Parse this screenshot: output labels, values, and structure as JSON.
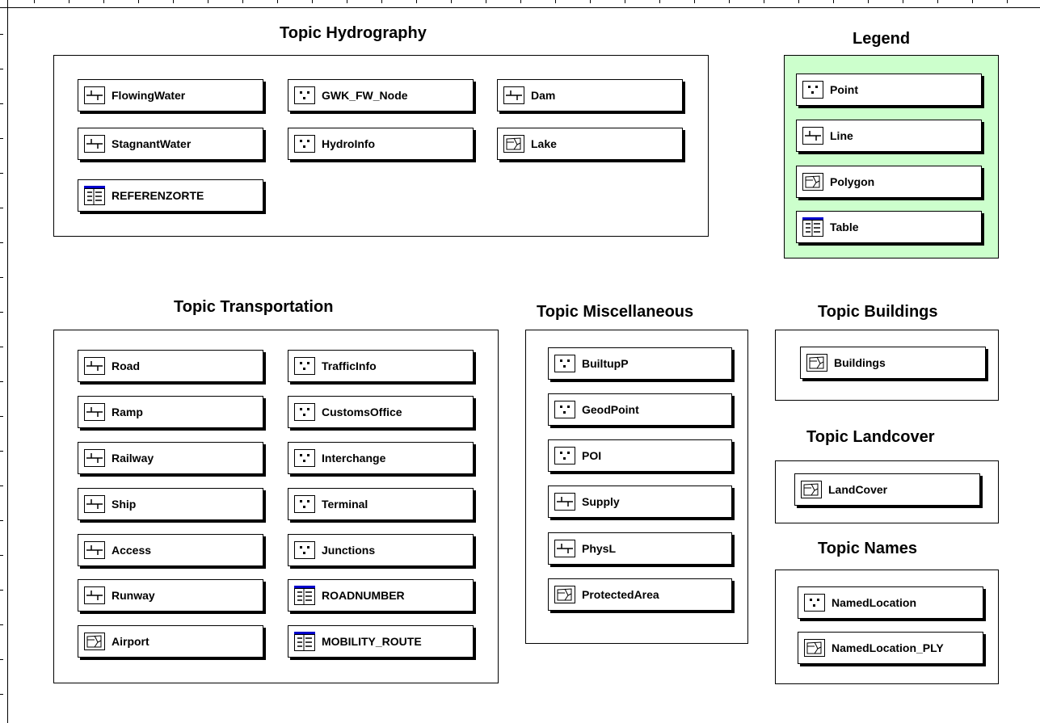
{
  "topics": {
    "hydrography": {
      "title": "Topic Hydrography",
      "classes": [
        {
          "name": "FlowingWater",
          "type": "line"
        },
        {
          "name": "GWK_FW_Node",
          "type": "point"
        },
        {
          "name": "Dam",
          "type": "line"
        },
        {
          "name": "StagnantWater",
          "type": "line"
        },
        {
          "name": "HydroInfo",
          "type": "point"
        },
        {
          "name": "Lake",
          "type": "polygon"
        },
        {
          "name": "REFERENZORTE",
          "type": "table"
        }
      ]
    },
    "legend": {
      "title": "Legend",
      "classes": [
        {
          "name": "Point",
          "type": "point"
        },
        {
          "name": "Line",
          "type": "line"
        },
        {
          "name": "Polygon",
          "type": "polygon"
        },
        {
          "name": "Table",
          "type": "table"
        }
      ]
    },
    "transportation": {
      "title": "Topic Transportation",
      "classes": [
        {
          "name": "Road",
          "type": "line"
        },
        {
          "name": "TrafficInfo",
          "type": "point"
        },
        {
          "name": "Ramp",
          "type": "line"
        },
        {
          "name": "CustomsOffice",
          "type": "point"
        },
        {
          "name": "Railway",
          "type": "line"
        },
        {
          "name": "Interchange",
          "type": "point"
        },
        {
          "name": "Ship",
          "type": "line"
        },
        {
          "name": "Terminal",
          "type": "point"
        },
        {
          "name": "Access",
          "type": "line"
        },
        {
          "name": "Junctions",
          "type": "point"
        },
        {
          "name": "Runway",
          "type": "line"
        },
        {
          "name": "ROADNUMBER",
          "type": "table"
        },
        {
          "name": "Airport",
          "type": "polygon"
        },
        {
          "name": "MOBILITY_ROUTE",
          "type": "table"
        }
      ]
    },
    "miscellaneous": {
      "title": "Topic Miscellaneous",
      "classes": [
        {
          "name": "BuiltupP",
          "type": "point"
        },
        {
          "name": "GeodPoint",
          "type": "point"
        },
        {
          "name": "POI",
          "type": "point"
        },
        {
          "name": "Supply",
          "type": "line"
        },
        {
          "name": "PhysL",
          "type": "line"
        },
        {
          "name": "ProtectedArea",
          "type": "polygon"
        }
      ]
    },
    "buildings": {
      "title": "Topic Buildings",
      "classes": [
        {
          "name": "Buildings",
          "type": "polygon"
        }
      ]
    },
    "landcover": {
      "title": "Topic Landcover",
      "classes": [
        {
          "name": "LandCover",
          "type": "polygon"
        }
      ]
    },
    "names": {
      "title": "Topic Names",
      "classes": [
        {
          "name": "NamedLocation",
          "type": "point"
        },
        {
          "name": "NamedLocation_PLY",
          "type": "polygon"
        }
      ]
    }
  },
  "colors": {
    "legend_background": "#ccffcc",
    "table_header": "#0000cc"
  }
}
